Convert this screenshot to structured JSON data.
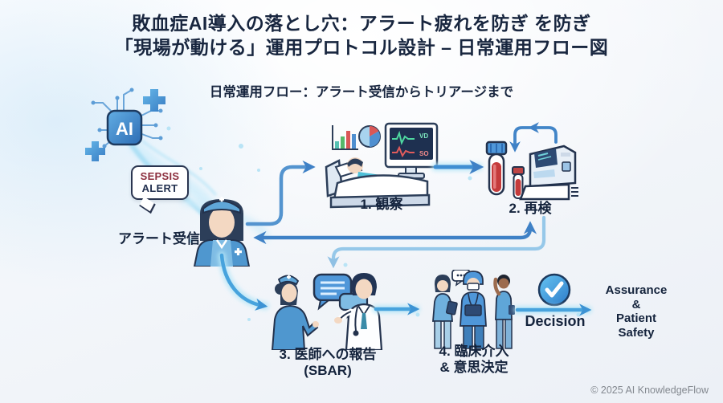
{
  "title": {
    "line1": "敗血症AI導入の落とし穴：アラート疲れを防ぎ を防ぎ",
    "line2": "「現場が動ける」運用プロトコル設計 – 日常運用フロー図"
  },
  "subtitle": "日常運用フロー：アラート受信からトリアージまで",
  "alert_source": {
    "chip_label": "AI",
    "bubble_line1": "SEPSIS",
    "bubble_line2": "ALERT",
    "receive_label": "アラート受信"
  },
  "steps": {
    "step1": {
      "label": "1. 観察"
    },
    "step2": {
      "label": "2. 再検"
    },
    "step3": {
      "label": "3. 医師への報告",
      "sublabel": "(SBAR)"
    },
    "step4": {
      "label": "4. 臨床介入",
      "sublabel": "& 意思決定"
    }
  },
  "monitor": {
    "label_top": "VD",
    "label_bottom": "SO"
  },
  "decision": {
    "label": "Decision"
  },
  "outcome": {
    "line1": "Assurance",
    "line2": "&",
    "line3": "Patient",
    "line4": "Safety"
  },
  "footer": {
    "copyright": "© 2025 AI KnowledgeFlow"
  },
  "colors": {
    "arrow_blue": "#3f81c6",
    "arrow_light": "#96c8e9",
    "glow_cyan": "#b5e6f8",
    "sepsis_red": "#8c2f3e",
    "alert_navy": "#22304f",
    "title_navy": "#18263f"
  }
}
